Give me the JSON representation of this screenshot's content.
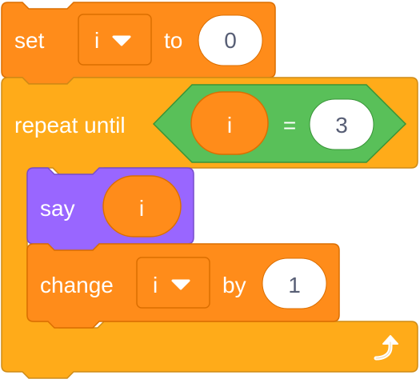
{
  "colors": {
    "control": "#FFAB19",
    "control_edge": "#CF8B17",
    "variables": "#FF8C1A",
    "variables_edge": "#DB6E00",
    "looks": "#9966FF",
    "looks_edge": "#774DCB",
    "operators": "#59C059",
    "operators_edge": "#389438",
    "text_light": "#FFFFFF",
    "text_dark": "#575E75"
  },
  "blocks": {
    "set": {
      "keyword": "set",
      "variable": "i",
      "connector": "to",
      "value": "0"
    },
    "repeat_until": {
      "keyword": "repeat until",
      "condition": {
        "left": "i",
        "operator": "=",
        "right": "3"
      },
      "loop_icon": "loop-arrow-icon"
    },
    "say": {
      "keyword": "say",
      "value": "i"
    },
    "change": {
      "keyword": "change",
      "variable": "i",
      "connector": "by",
      "value": "1"
    }
  },
  "icons": {
    "dropdown": "dropdown-caret-icon",
    "loop": "loop-arrow-icon"
  }
}
